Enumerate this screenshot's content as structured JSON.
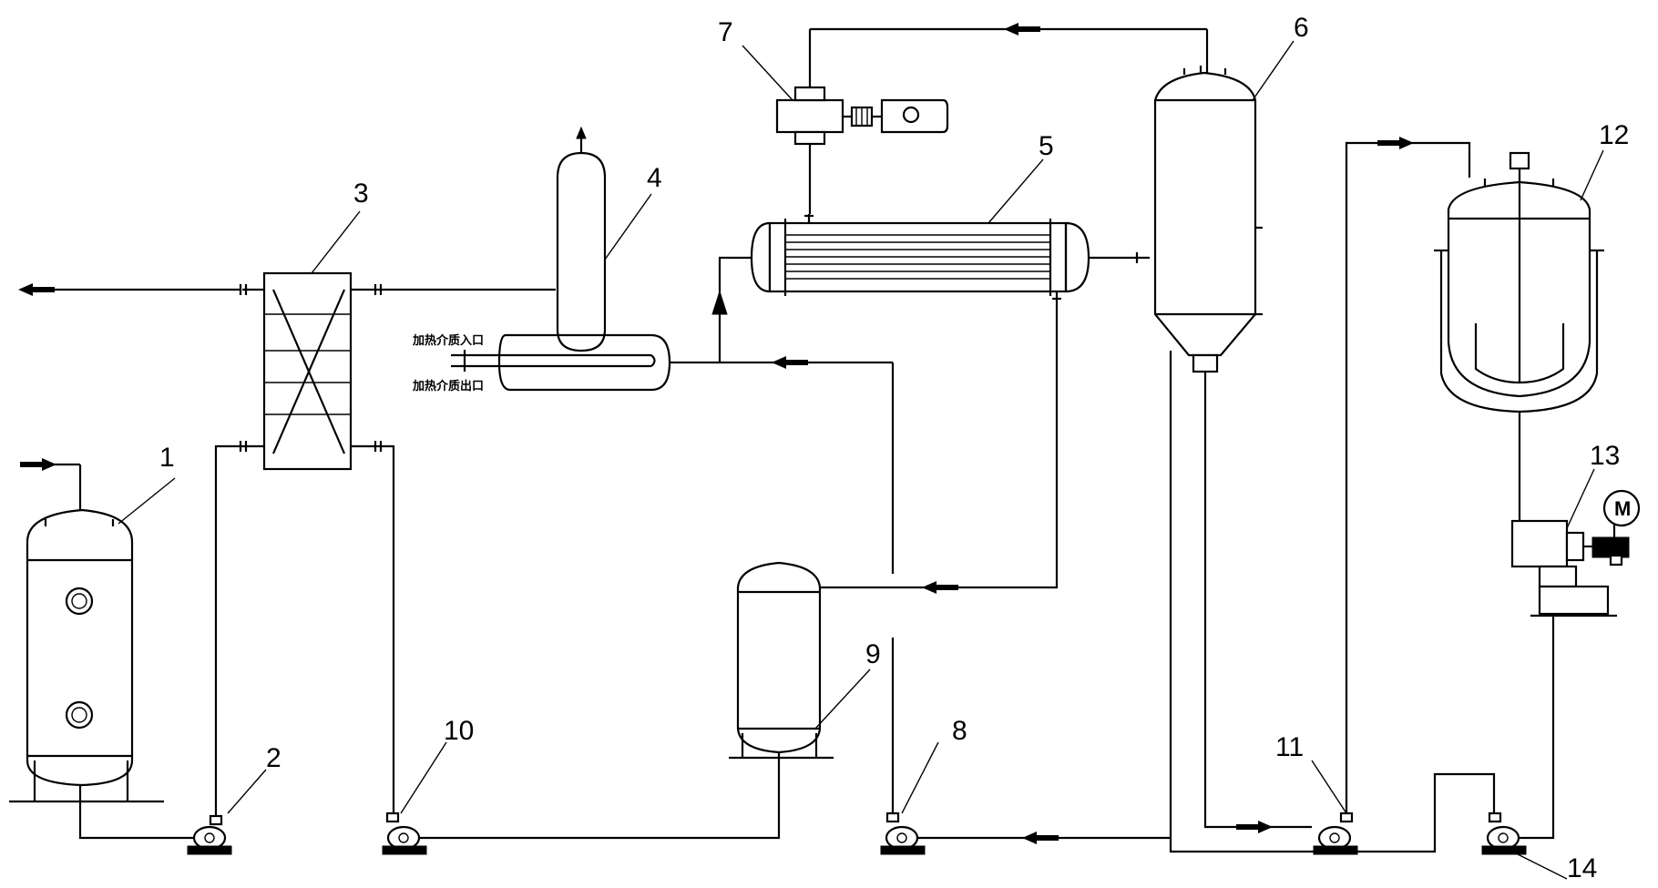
{
  "labels": {
    "n1": "1",
    "n2": "2",
    "n3": "3",
    "n4": "4",
    "n5": "5",
    "n6": "6",
    "n7": "7",
    "n8": "8",
    "n9": "9",
    "n10": "10",
    "n11": "11",
    "n12": "12",
    "n13": "13",
    "n14": "14"
  },
  "heating_inlet": "加热介质入口",
  "heating_outlet": "加热介质出口",
  "motor": "M"
}
